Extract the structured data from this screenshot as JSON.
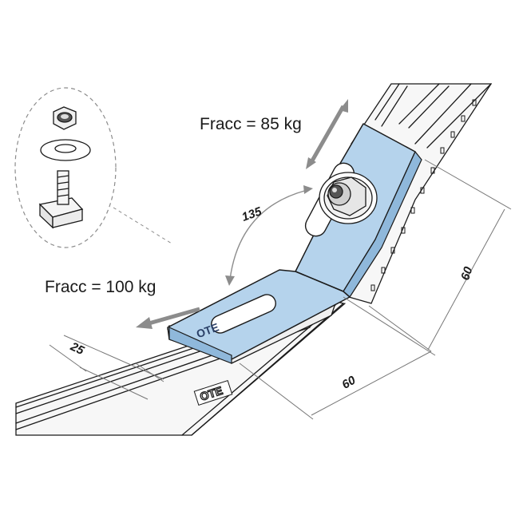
{
  "labels": {
    "force_top": "Fracc = 85 kg",
    "force_left": "Fracc = 100 kg",
    "angle": "135",
    "dim_vertical": "60",
    "dim_horizontal": "60",
    "dim_width": "25"
  },
  "logo": {
    "text": "OTE"
  },
  "colors": {
    "bracket_fill": "#b5d3ec",
    "line": "#1a1a1a",
    "rail_fill": "#f4f4f4",
    "dimension_line": "#777777",
    "force_arrow": "#8c8c8c"
  },
  "icons": [
    "nut-icon",
    "washer-icon",
    "t-bolt-icon"
  ]
}
